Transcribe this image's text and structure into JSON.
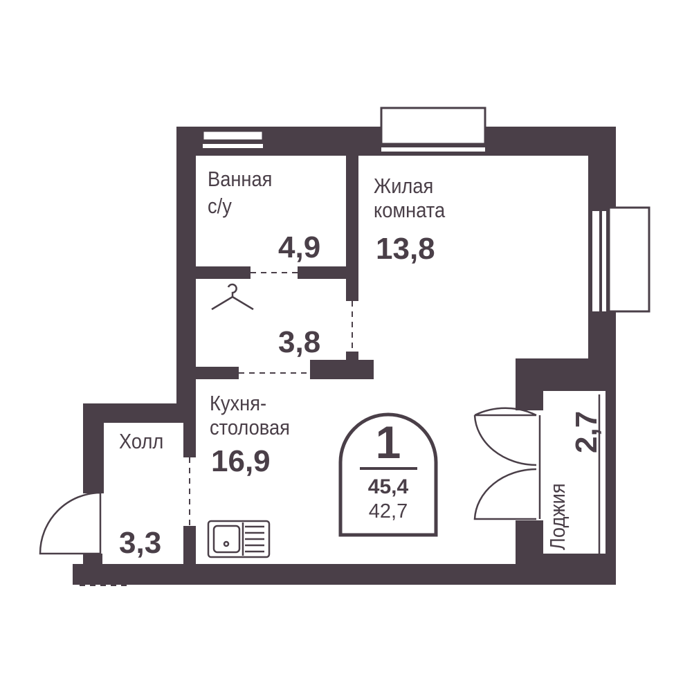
{
  "plan": {
    "rooms": [
      {
        "name": "Ванная",
        "name2": "с/у",
        "area": "4,9"
      },
      {
        "name": "Жилая",
        "name2": "комната",
        "area": "13,8"
      },
      {
        "name": "",
        "area": "3,8",
        "icon": "hanger-icon"
      },
      {
        "name": "Кухня-",
        "name2": "столовая",
        "area": "16,9"
      },
      {
        "name": "Холл",
        "area": "3,3"
      },
      {
        "name": "Лоджия",
        "area": "2,7"
      }
    ],
    "badge": {
      "rooms_count": "1",
      "total_area": "45,4",
      "living_area": "42,7"
    },
    "color": "#4a3f48"
  }
}
